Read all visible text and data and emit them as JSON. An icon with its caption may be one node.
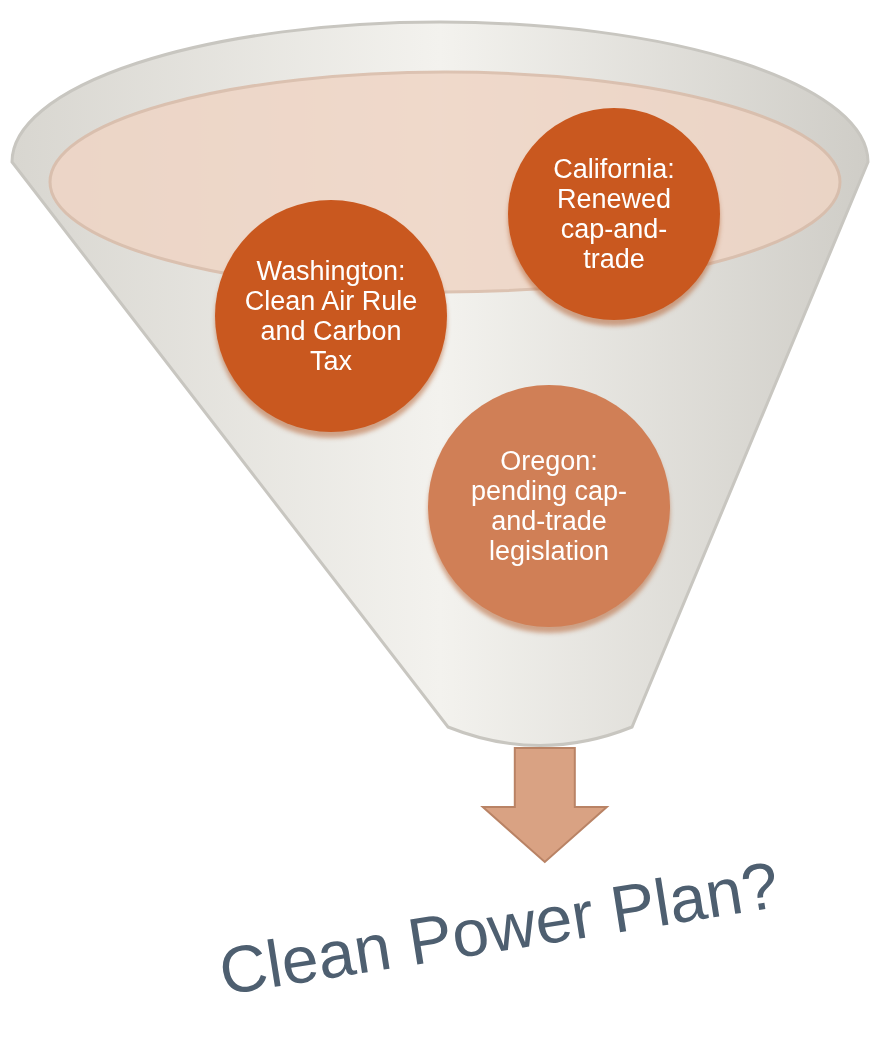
{
  "diagram": {
    "nodes": [
      {
        "text": [],
        "shape": "funnel"
      },
      {
        "text": [
          "Washington: Clean Air Rule and Carbon Tax"
        ],
        "in": 0
      },
      {
        "text": [
          "California: Renewed cap-and-trade"
        ],
        "in": 0
      },
      {
        "text": [
          "Oregon: pending cap-and-trade legislation"
        ],
        "in": 0
      },
      {
        "text": [
          "Clean Power Plan?"
        ]
      }
    ],
    "edges": [
      {
        "from": 0,
        "to": 4,
        "arrow": "to",
        "style": "thick"
      }
    ]
  }
}
